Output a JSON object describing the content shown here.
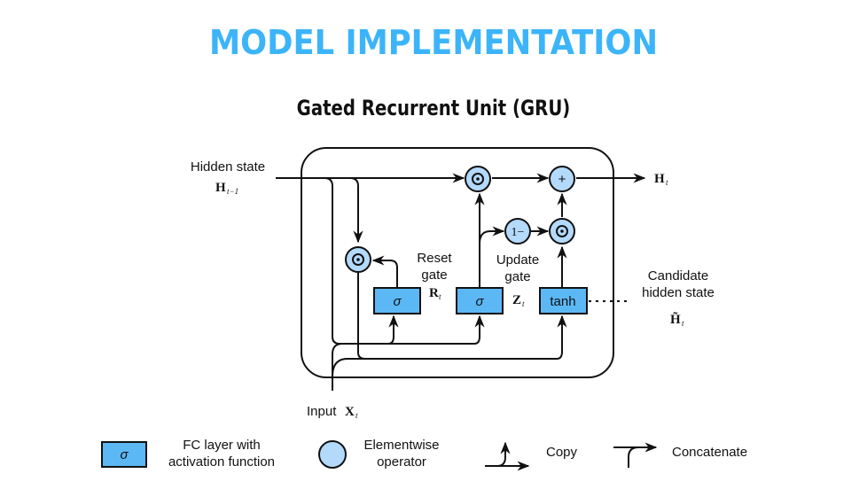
{
  "header": {
    "title": "MODEL IMPLEMENTATION",
    "subtitle": "Gated Recurrent Unit (GRU)"
  },
  "colors": {
    "title": "#3cb4f9",
    "fc_layer": "#5cb8f5",
    "elementwise_operator": "#b3d9fb"
  },
  "diagram": {
    "inputs": {
      "hidden_state_label": "Hidden state",
      "hidden_state_symbol": "H",
      "hidden_state_subscript": "t−1",
      "input_label": "Input",
      "input_symbol": "X",
      "input_subscript": "t"
    },
    "output": {
      "symbol": "H",
      "subscript": "t"
    },
    "gates": {
      "reset": {
        "label_line1": "Reset",
        "label_line2": "gate",
        "symbol": "R",
        "subscript": "t",
        "activation": "σ"
      },
      "update": {
        "label_line1": "Update",
        "label_line2": "gate",
        "symbol": "Z",
        "subscript": "t",
        "activation": "σ"
      },
      "candidate": {
        "label_line1": "Candidate",
        "label_line2": "hidden state",
        "symbol": "H̃",
        "subscript": "t",
        "activation": "tanh"
      }
    },
    "operators": {
      "hadamard": "⊙",
      "plus": "+",
      "one_minus": "1−"
    }
  },
  "legend": {
    "fc_layer": {
      "symbol": "σ",
      "line1": "FC layer with",
      "line2": "activation function"
    },
    "elementwise": {
      "line1": "Elementwise",
      "line2": "operator"
    },
    "copy": {
      "label": "Copy"
    },
    "concatenate": {
      "label": "Concatenate"
    }
  }
}
